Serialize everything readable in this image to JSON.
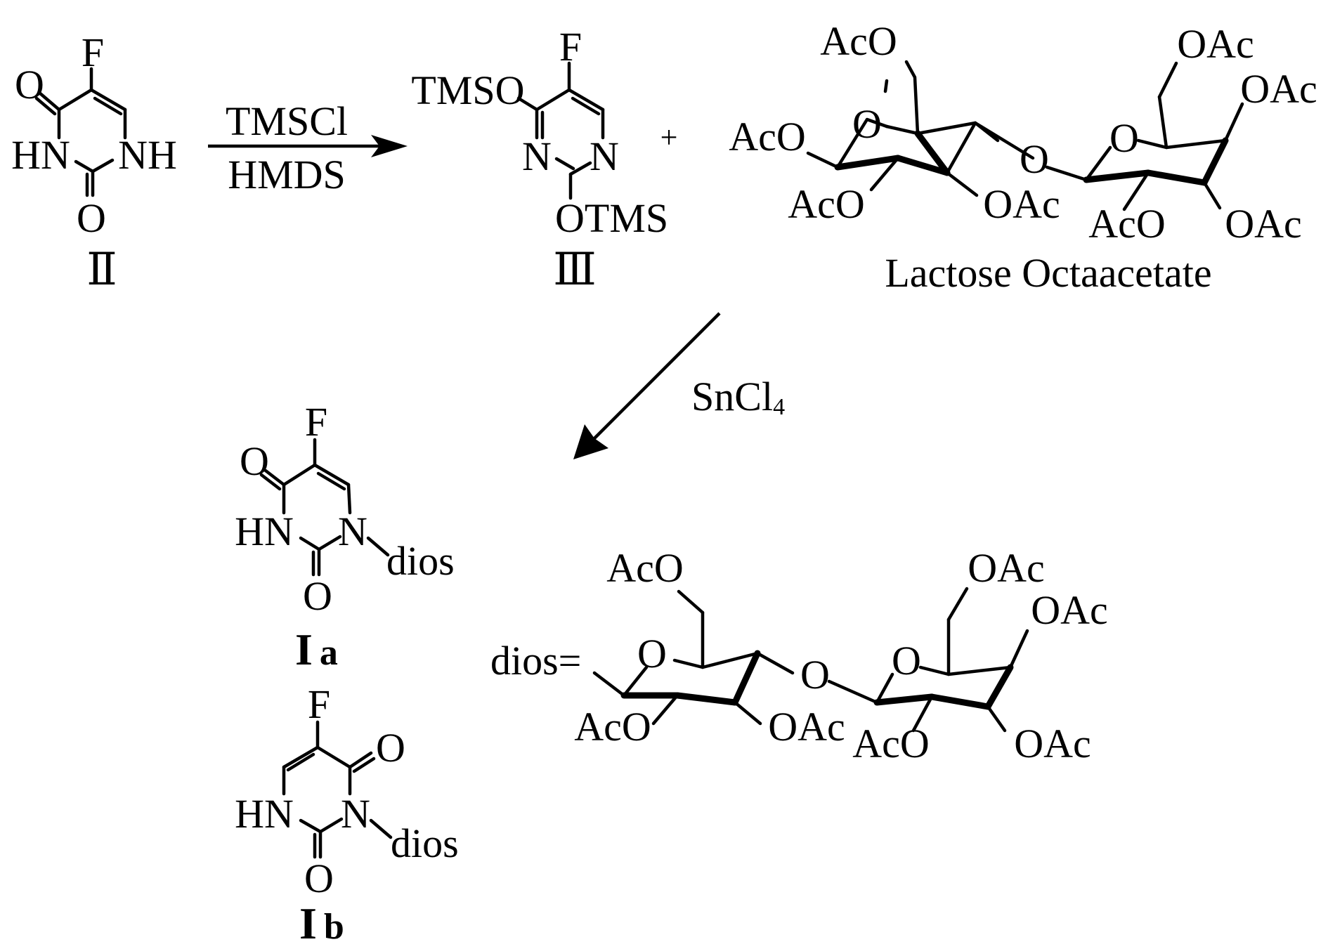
{
  "compounds": {
    "fluorouracil": {
      "label": "Ⅱ",
      "atoms": {
        "F": "F",
        "O_top": "O",
        "HN": "HN",
        "NH": "NH",
        "O_bottom": "O"
      }
    },
    "silylated": {
      "label": "Ⅲ",
      "atoms": {
        "F": "F",
        "TMSO": "TMSO",
        "N_left": "N",
        "N_right": "N",
        "OTMS": "OTMS"
      }
    },
    "lactose": {
      "label": "Lactose Octaacetate",
      "plus": "+",
      "groups": {
        "aco_ch2_left": "AcO",
        "aco_anomeric": "AcO",
        "aco_c2_left": "AcO",
        "o_ring_left": "O",
        "oac_c3_left": "OAc",
        "o_glycosidic": "O",
        "o_ring_right": "O",
        "oac_ch2_right": "OAc",
        "oac_c4_right": "OAc",
        "aco_c2_right": "AcO",
        "oac_c3_right": "OAc"
      }
    },
    "product_a": {
      "label_roman": "I",
      "label_letter": "a",
      "atoms": {
        "F": "F",
        "O_top": "O",
        "HN": "HN",
        "N": "N",
        "dios": "dios",
        "O_bottom": "O"
      }
    },
    "product_b": {
      "label_roman": "I",
      "label_letter": "b",
      "atoms": {
        "F": "F",
        "O_right": "O",
        "HN": "HN",
        "N": "N",
        "dios": "dios",
        "O_bottom": "O"
      }
    },
    "dios_def": {
      "prefix": "dios=",
      "groups": {
        "aco_ch2_left": "AcO",
        "o_ring_left": "O",
        "aco_c2_left": "AcO",
        "oac_c3_left": "OAc",
        "o_glycosidic": "O",
        "o_ring_right": "O",
        "oac_ch2_right": "OAc",
        "oac_c4_right": "OAc",
        "aco_c2_right": "AcO",
        "oac_c3_right": "OAc"
      }
    }
  },
  "reactions": {
    "step1": {
      "reagent_top": "TMSCl",
      "reagent_bottom": "HMDS"
    },
    "step2": {
      "reagent": "SnCl",
      "reagent_subscript": "4"
    }
  }
}
